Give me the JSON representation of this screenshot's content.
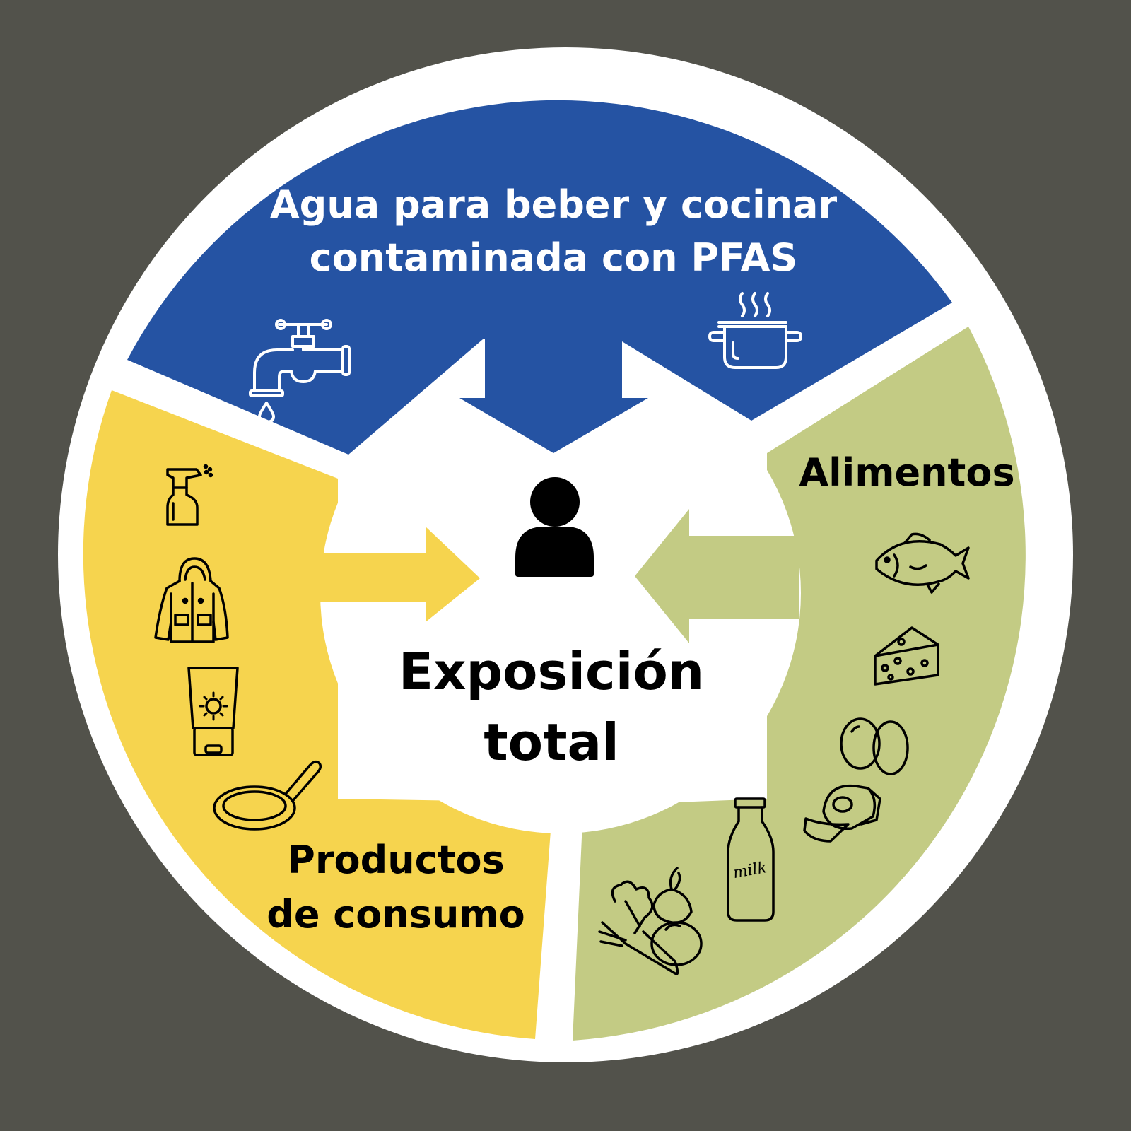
{
  "colors": {
    "background": "#52524b",
    "ring": "#ffffff",
    "water": "#2553a3",
    "products": "#f6d44e",
    "food": "#c3cb84",
    "person": "#000000"
  },
  "center": {
    "title_line1": "Exposición",
    "title_line2": "total",
    "icon": "person-icon"
  },
  "segments": {
    "water": {
      "label_line1": "Agua para beber y cocinar",
      "label_line2": "contaminada con PFAS",
      "icons": [
        "faucet-icon",
        "cooking-pot-icon"
      ]
    },
    "food": {
      "label": "Alimentos",
      "icons": [
        "fish-icon",
        "cheese-icon",
        "eggs-icon",
        "ham-icon",
        "milk-bottle-icon",
        "vegetables-icon"
      ],
      "milk_text": "milk"
    },
    "products": {
      "label_line1": "Productos",
      "label_line2": "de consumo",
      "icons": [
        "spray-bottle-icon",
        "raincoat-icon",
        "sunscreen-icon",
        "frying-pan-icon"
      ]
    }
  }
}
